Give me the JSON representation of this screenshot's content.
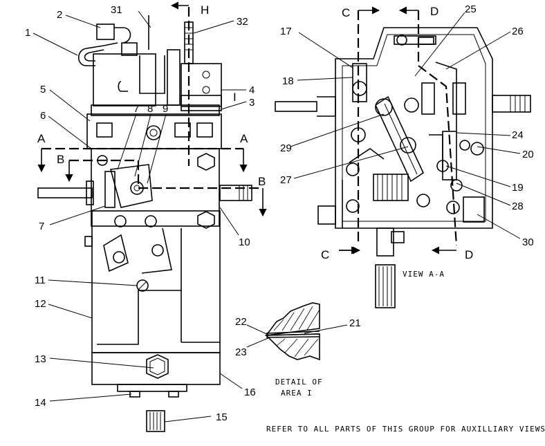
{
  "callouts": [
    {
      "id": "c1",
      "text": "1"
    },
    {
      "id": "c2",
      "text": "2"
    },
    {
      "id": "c3",
      "text": "3"
    },
    {
      "id": "c4",
      "text": "4"
    },
    {
      "id": "c5",
      "text": "5"
    },
    {
      "id": "c6",
      "text": "6"
    },
    {
      "id": "c7a",
      "text": "7"
    },
    {
      "id": "c7b",
      "text": "7"
    },
    {
      "id": "c8",
      "text": "8"
    },
    {
      "id": "c9",
      "text": "9"
    },
    {
      "id": "c10",
      "text": "10"
    },
    {
      "id": "c11",
      "text": "11"
    },
    {
      "id": "c12",
      "text": "12"
    },
    {
      "id": "c13",
      "text": "13"
    },
    {
      "id": "c14",
      "text": "14"
    },
    {
      "id": "c15",
      "text": "15"
    },
    {
      "id": "c16",
      "text": "16"
    },
    {
      "id": "c17",
      "text": "17"
    },
    {
      "id": "c18",
      "text": "18"
    },
    {
      "id": "c19",
      "text": "19"
    },
    {
      "id": "c20",
      "text": "20"
    },
    {
      "id": "c21",
      "text": "21"
    },
    {
      "id": "c22",
      "text": "22"
    },
    {
      "id": "c23",
      "text": "23"
    },
    {
      "id": "c24",
      "text": "24"
    },
    {
      "id": "c25",
      "text": "25"
    },
    {
      "id": "c26",
      "text": "26"
    },
    {
      "id": "c27",
      "text": "27"
    },
    {
      "id": "c28",
      "text": "28"
    },
    {
      "id": "c29",
      "text": "29"
    },
    {
      "id": "c30",
      "text": "30"
    },
    {
      "id": "c31",
      "text": "31"
    },
    {
      "id": "c32",
      "text": "32"
    }
  ],
  "section_marks": {
    "a_left": "A",
    "a_right": "A",
    "b_left": "B",
    "b_right": "B",
    "c_top": "C",
    "c_bottom": "C",
    "d_top": "D",
    "d_bottom": "D",
    "h": "H",
    "i": "I"
  },
  "captions": {
    "view_aa": "VIEW A-A",
    "detail_line1": "DETAIL OF",
    "detail_line2": "AREA I",
    "footer": "REFER TO ALL PARTS OF THIS GROUP FOR AUXILLIARY VIEWS"
  }
}
